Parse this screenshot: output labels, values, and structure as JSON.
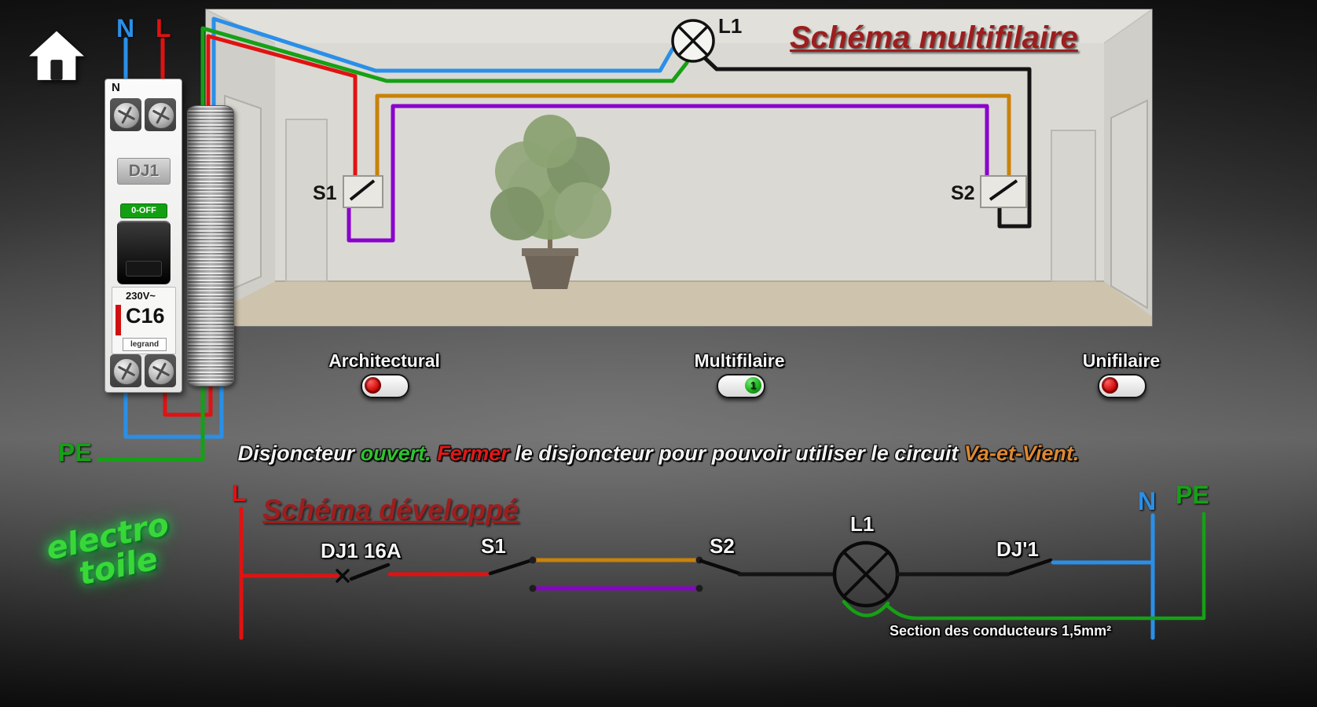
{
  "supply": {
    "neutral": "N",
    "live": "L",
    "pe": "PE"
  },
  "breaker": {
    "n_marking": "N",
    "name": "DJ1",
    "off_label": "0-OFF",
    "voltage": "230V~",
    "rating": "C16",
    "brand": "legrand"
  },
  "room": {
    "title": "Schéma multifilaire",
    "lamp": "L1",
    "switch1": "S1",
    "switch2": "S2"
  },
  "toggles": {
    "architectural": {
      "label": "Architectural",
      "state": "off"
    },
    "multifilaire": {
      "label": "Multifilaire",
      "state": "on",
      "knob": "1"
    },
    "unifilaire": {
      "label": "Unifilaire",
      "state": "off"
    }
  },
  "status": {
    "seg1": "Disjoncteur ",
    "seg2": "ouvert. ",
    "seg3": "Fermer",
    "seg4": " le disjoncteur pour pouvoir utiliser le circuit ",
    "seg5": "Va-et-Vient."
  },
  "developed": {
    "title": "Schéma développé",
    "live": "L",
    "breaker": "DJ1 16A",
    "switch1": "S1",
    "switch2": "S2",
    "lamp": "L1",
    "neutral_breaker": "DJ'1",
    "neutral": "N",
    "pe": "PE",
    "note": "Section des conducteurs 1,5mm²"
  },
  "logo": {
    "line1": "electro",
    "line2": "toile"
  },
  "colors": {
    "live": "#e01212",
    "neutral": "#2a8fe8",
    "pe": "#16a016",
    "shuttle_orange": "#c8820a",
    "shuttle_purple": "#8a00cc",
    "lamp_wire": "#0f0f0f",
    "title_red": "#9c1e1e",
    "toggle_on": "#1cb41c",
    "toggle_off": "#cf0a0a"
  }
}
